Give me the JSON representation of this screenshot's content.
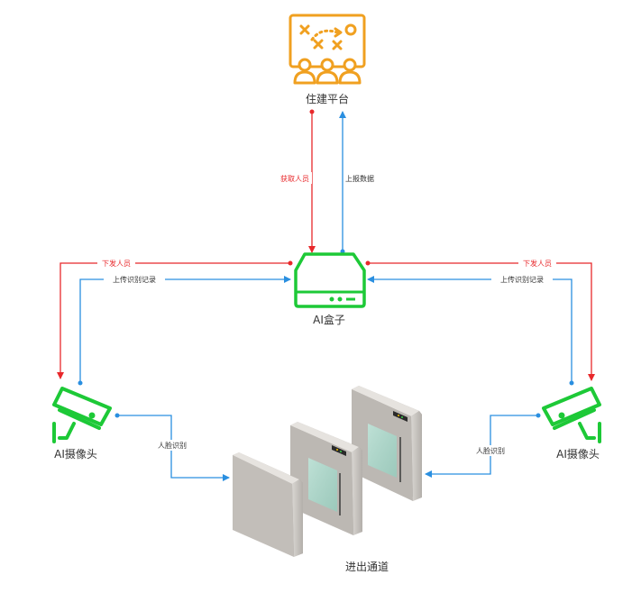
{
  "nodes": {
    "platform": "住建平台",
    "ai_box": "AI盒子",
    "camera_left": "AI摄像头",
    "camera_right": "AI摄像头",
    "gate": "进出通道"
  },
  "edges": {
    "get_personnel": "获取人员",
    "report_data": "上报数据",
    "issue_personnel_left": "下发人员",
    "upload_records_left": "上传识别记录",
    "issue_personnel_right": "下发人员",
    "upload_records_right": "上传识别记录",
    "face_recognition_left": "人脸识别",
    "face_recognition_right": "人脸识别"
  },
  "colors": {
    "platform_icon": "#F0A020",
    "device_green": "#1DC937",
    "arrow_red": "#E8282B",
    "arrow_blue": "#2A8FE0",
    "text": "#333333"
  },
  "icons": {
    "platform": "strategy-board-icon",
    "ai_box": "server-box-icon",
    "camera": "cctv-camera-icon",
    "gate": "turnstile-gate-icon"
  }
}
